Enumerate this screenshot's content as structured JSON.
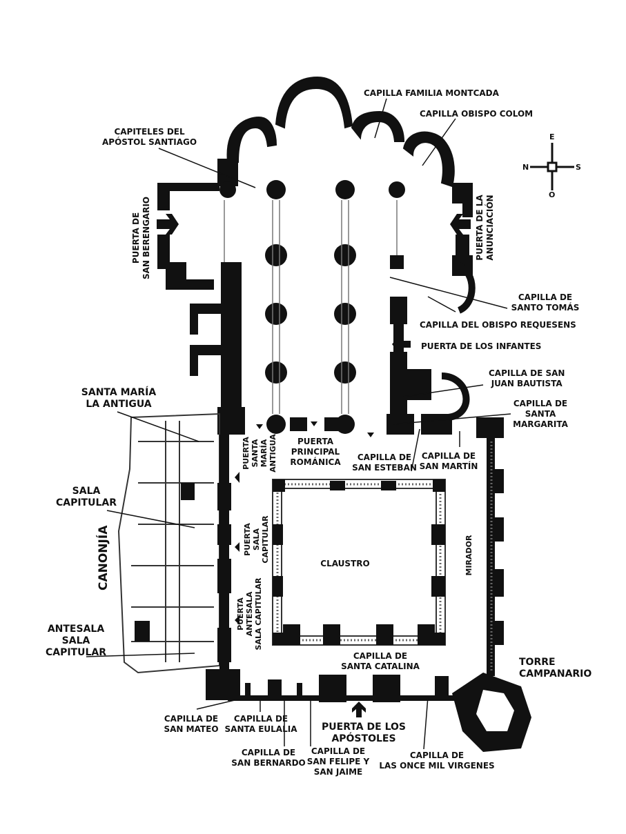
{
  "labels": {
    "capilla_familia_montcada": "CAPILLA FAMILIA MONTCADA",
    "capilla_obispo_colom": "CAPILLA OBISPO COLOM",
    "capiteles_1": "CAPITELES DEL",
    "capiteles_2": "APÓSTOL SANTIAGO",
    "puerta_san_berengario_1": "PUERTA DE",
    "puerta_san_berengario_2": "SAN BERENGARIO",
    "puerta_anunciacion_1": "PUERTA DE LA",
    "puerta_anunciacion_2": "ANUNCIACIÓN",
    "capilla_santo_tomas_1": "CAPILLA DE",
    "capilla_santo_tomas_2": "SANTO TOMÁS",
    "capilla_requesens": "CAPILLA DEL OBISPO REQUESENS",
    "puerta_infantes": "PUERTA DE LOS INFANTES",
    "capilla_san_juan_1": "CAPILLA DE SAN",
    "capilla_san_juan_2": "JUAN BAUTISTA",
    "capilla_santa_margarita_1": "CAPILLA DE",
    "capilla_santa_margarita_2": "SANTA",
    "capilla_santa_margarita_3": "MARGARITA",
    "santa_maria_antigua_1": "SANTA MARÍA",
    "santa_maria_antigua_2": "LA ANTIGUA",
    "puerta_principal_1": "PUERTA",
    "puerta_principal_2": "PRINCIPAL",
    "puerta_principal_3": "ROMÁNICA",
    "capilla_san_esteban_1": "CAPILLA DE",
    "capilla_san_esteban_2": "SAN ESTEBAN",
    "capilla_san_martin_1": "CAPILLA DE",
    "capilla_san_martin_2": "SAN MARTÍN",
    "puerta_santa_maria_1": "PUERTA",
    "puerta_santa_maria_2": "SANTA",
    "puerta_santa_maria_3": "MARÍA",
    "puerta_santa_maria_4": "ANTIGUA",
    "sala_capitular_1": "SALA",
    "sala_capitular_2": "CAPITULAR",
    "canonjia": "CANONJÍA",
    "puerta_sala_1": "PUERTA",
    "puerta_sala_2": "SALA",
    "puerta_sala_3": "CAPITULAR",
    "claustro": "CLAUSTRO",
    "mirador": "MIRADOR",
    "puerta_antesala_1": "PUERTA",
    "puerta_antesala_2": "ANTESALA",
    "puerta_antesala_3": "SALA CAPITULAR",
    "antesala_1": "ANTESALA",
    "antesala_2": "SALA",
    "antesala_3": "CAPITULAR",
    "capilla_santa_catalina_1": "CAPILLA DE",
    "capilla_santa_catalina_2": "SANTA CATALINA",
    "torre_1": "TORRE",
    "torre_2": "CAMPANARIO",
    "capilla_san_mateo_1": "CAPILLA DE",
    "capilla_san_mateo_2": "SAN MATEO",
    "capilla_santa_eulalia_1": "CAPILLA DE",
    "capilla_santa_eulalia_2": "SANTA EULALIA",
    "puerta_apostoles_1": "PUERTA DE LOS",
    "puerta_apostoles_2": "APÓSTOLES",
    "capilla_san_bernardo_1": "CAPILLA DE",
    "capilla_san_bernardo_2": "SAN BERNARDO",
    "capilla_san_felipe_1": "CAPILLA DE",
    "capilla_san_felipe_2": "SAN FELIPE Y",
    "capilla_san_felipe_3": "SAN JAIME",
    "capilla_once_mil_1": "CAPILLA DE",
    "capilla_once_mil_2": "LAS ONCE MIL VIRGENES"
  },
  "compass": {
    "east": "E",
    "west": "O",
    "north": "N",
    "south": "S"
  }
}
